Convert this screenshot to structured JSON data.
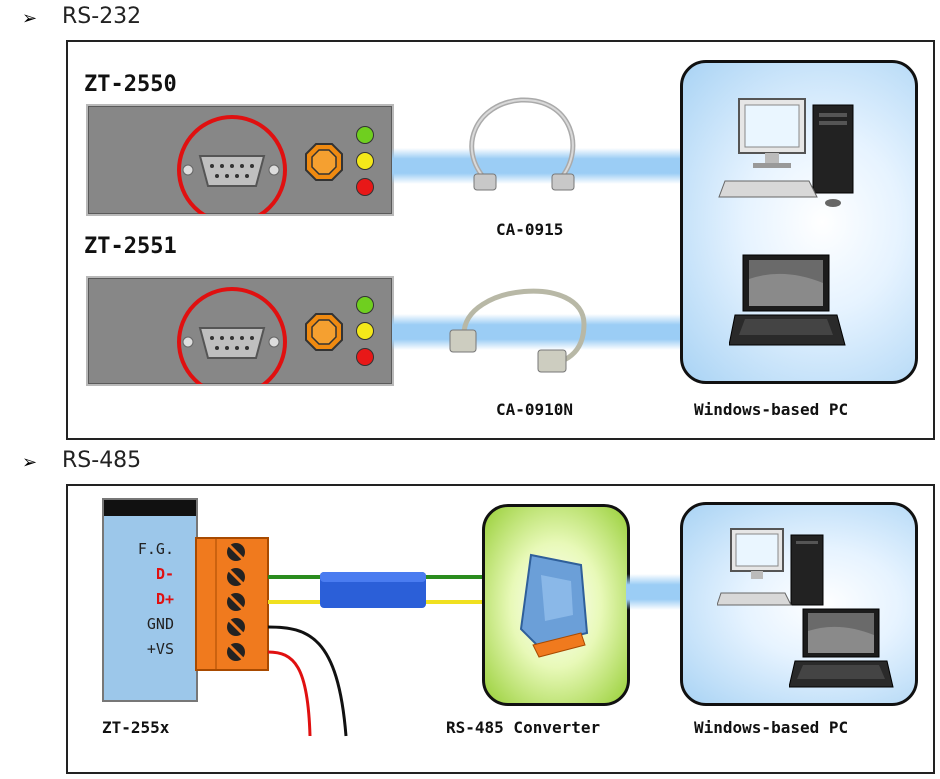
{
  "sections": {
    "rs232": {
      "bullet": "➢",
      "title": "RS-232"
    },
    "rs485": {
      "bullet": "➢",
      "title": "RS-485"
    }
  },
  "rs232": {
    "device1": "ZT-2550",
    "device2": "ZT-2551",
    "cable1": "CA-0915",
    "cable2": "CA-0910N",
    "pc_label": "Windows-based PC"
  },
  "rs485": {
    "terminals": [
      {
        "label": "F.G.",
        "color": "#222222"
      },
      {
        "label": "D-",
        "color": "#e01010"
      },
      {
        "label": "D+",
        "color": "#e01010"
      },
      {
        "label": "GND",
        "color": "#222222"
      },
      {
        "label": "+VS",
        "color": "#222222"
      }
    ],
    "device_label": "ZT-255x",
    "converter_label": "RS-485 Converter",
    "pc_label": "Windows-based PC"
  },
  "colors": {
    "highlight_ring": "#e01010",
    "led_green": "#6fcf1f",
    "led_yellow": "#f4e81a",
    "led_red": "#e81818",
    "beam": "#9bcdf5",
    "terminal_block": "#f07a1e"
  }
}
